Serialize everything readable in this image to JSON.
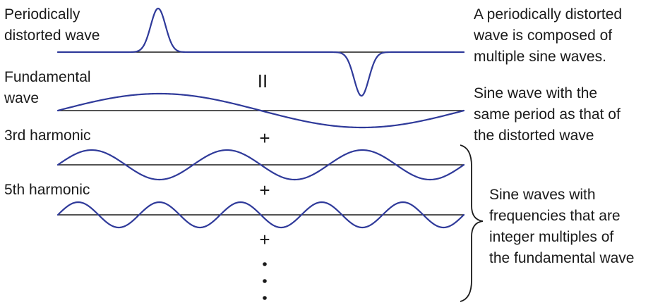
{
  "colors": {
    "wave": "#2f3a9a",
    "axis": "#1a1a1a",
    "text": "#1a1a1a"
  },
  "left_labels": {
    "distorted": [
      "Periodically",
      "distorted wave"
    ],
    "fundamental": [
      "Fundamental",
      "wave"
    ],
    "third": "3rd harmonic",
    "fifth": "5th harmonic"
  },
  "symbols": {
    "equals": "II",
    "plus1": "+",
    "plus2": "+",
    "plus3": "+"
  },
  "right_labels": {
    "distorted_note": [
      "A periodically distorted",
      "wave is composed of",
      "multiple sine waves."
    ],
    "fundamental_note": [
      "Sine wave with the",
      "same period as that of",
      "the distorted wave"
    ],
    "harmonics_note": [
      "Sine waves with",
      "frequencies that are",
      "integer multiples of",
      "the fundamental wave"
    ]
  },
  "waves": {
    "harmonic_orders": {
      "fundamental": 1,
      "third": 3,
      "fifth": 5
    }
  }
}
